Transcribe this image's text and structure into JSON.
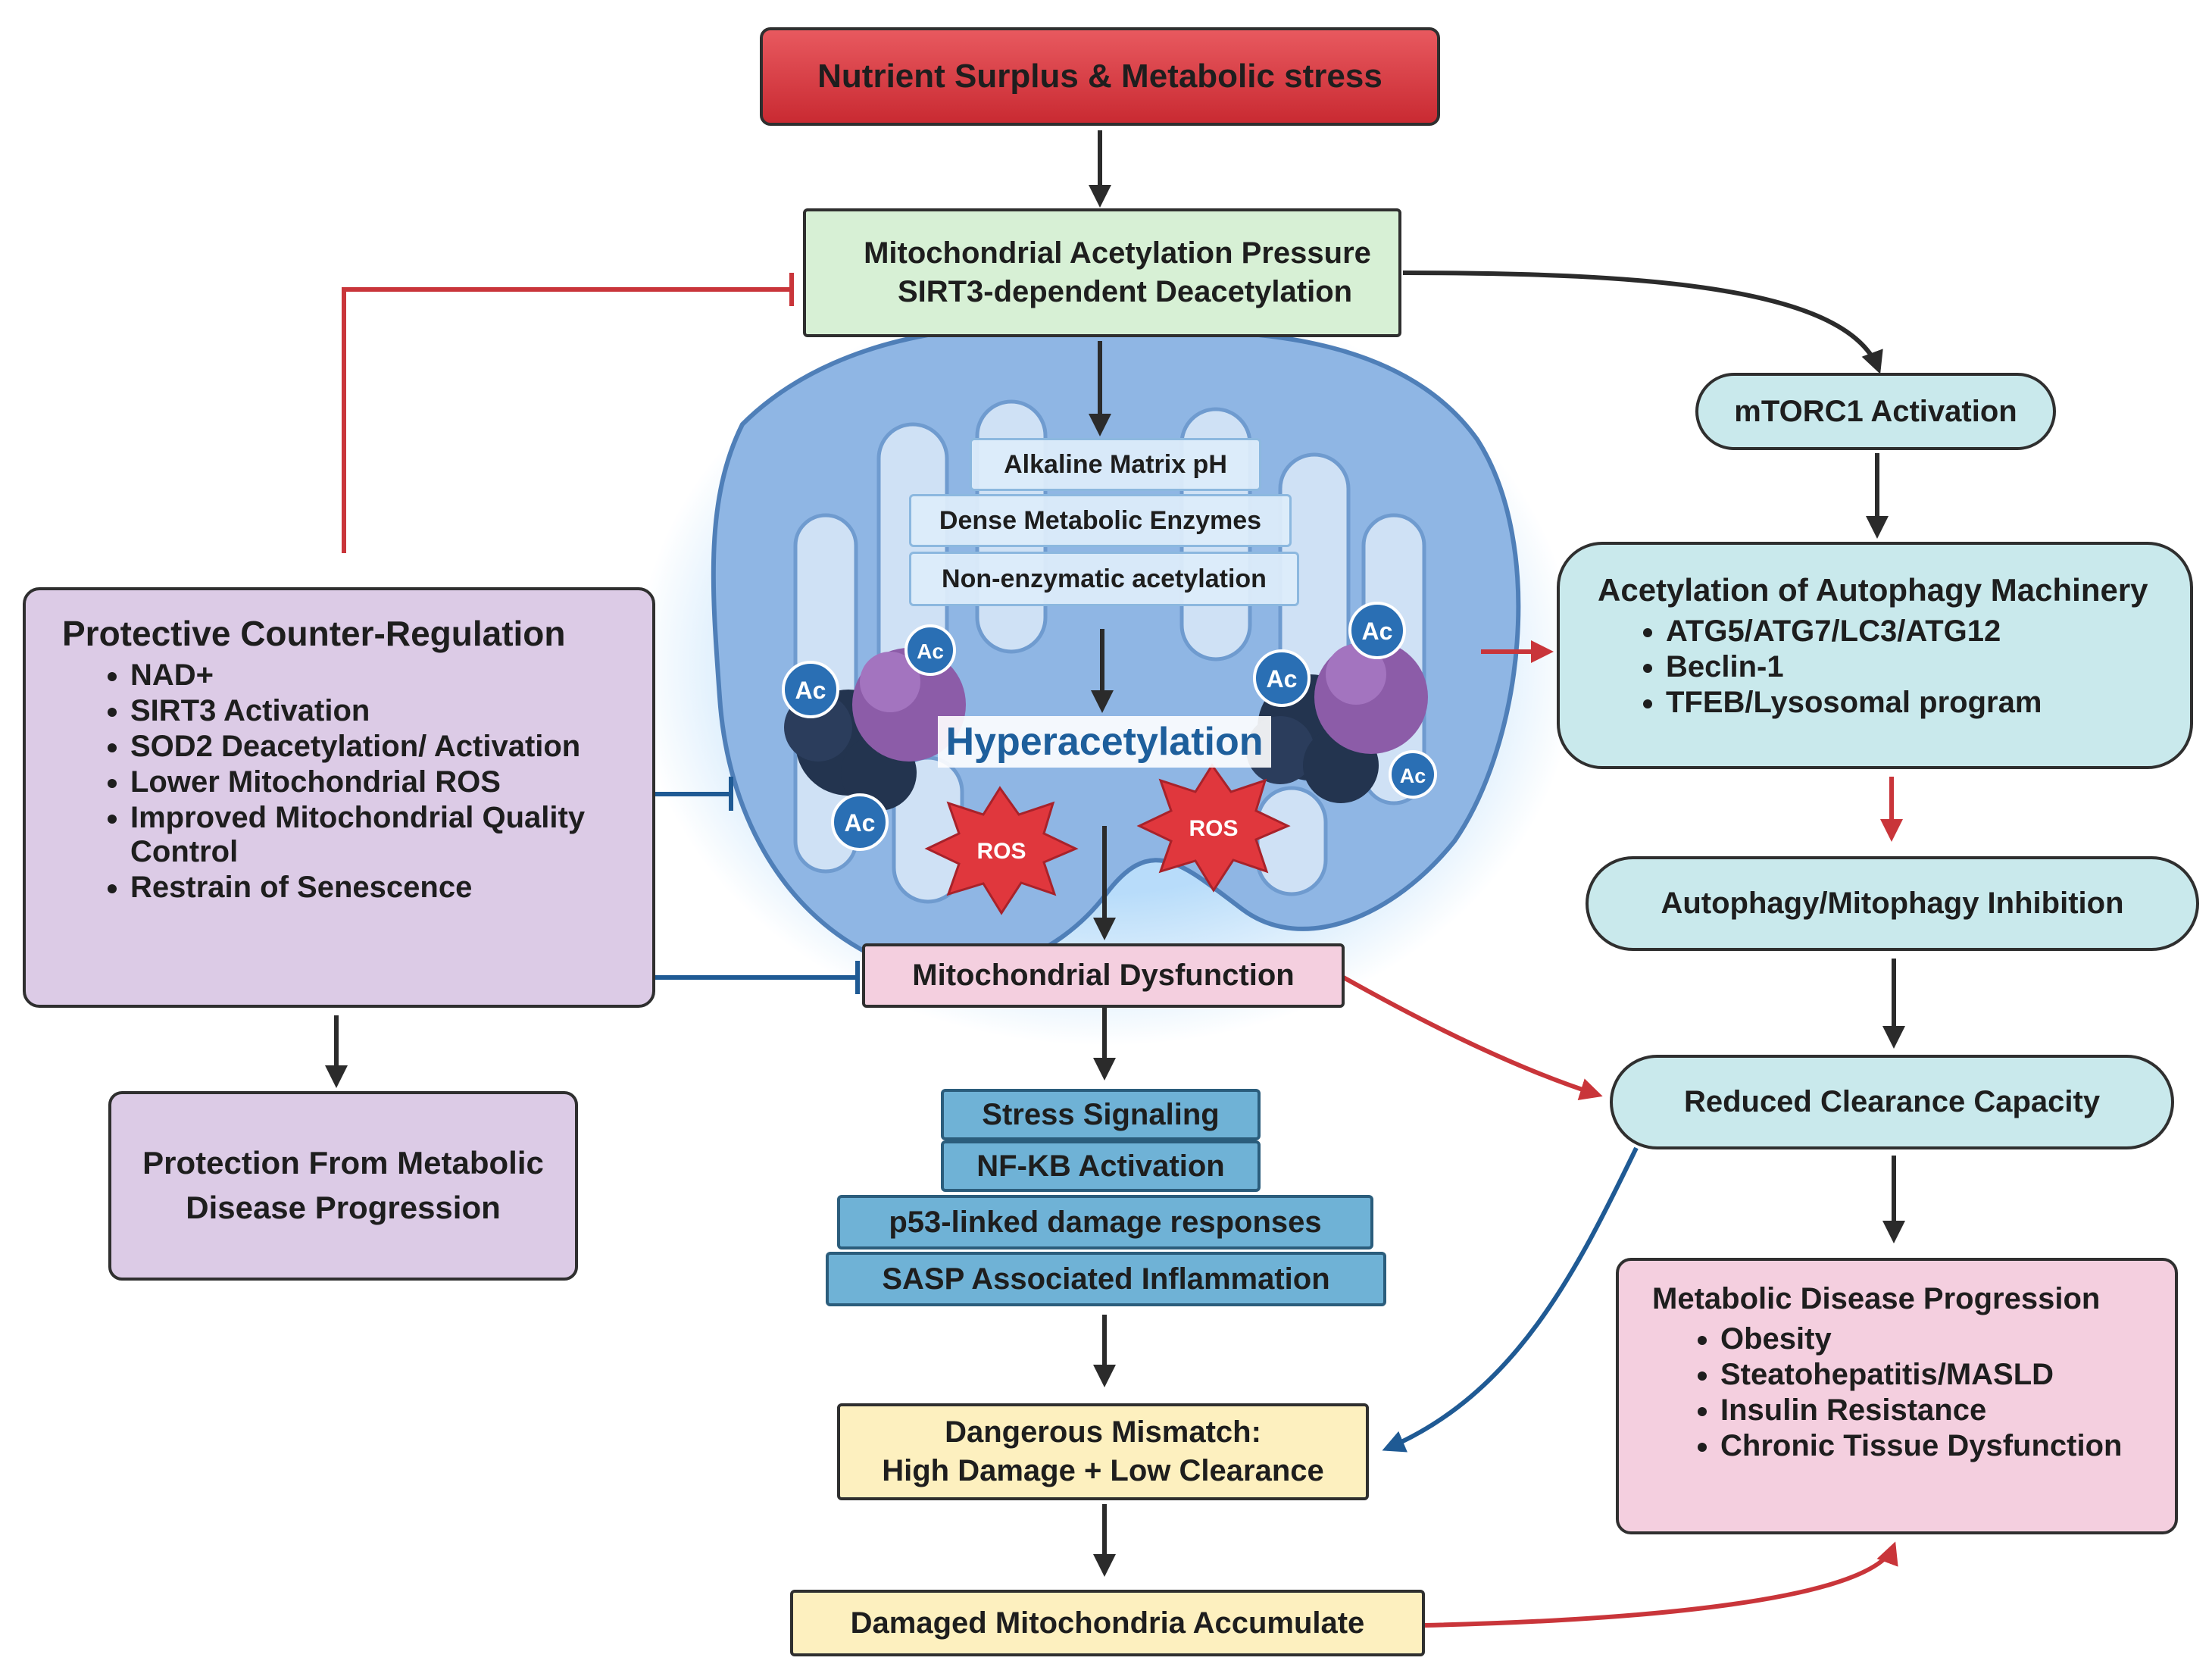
{
  "nodes": {
    "nutrient": "Nutrient Surplus & Metabolic stress",
    "acetylation_pressure": "Mitochondrial Acetylation Pressure",
    "sirt3_deacetylation": "SIRT3-dependent Deacetylation",
    "mtorc1": "mTORC1 Activation",
    "autophagy_machinery": {
      "title": "Acetylation of Autophagy Machinery",
      "items": [
        "ATG5/ATG7/LC3/ATG12",
        "Beclin-1",
        "TFEB/Lysosomal program"
      ]
    },
    "autophagy_inhibition": "Autophagy/Mitophagy Inhibition",
    "reduced_clearance": "Reduced Clearance Capacity",
    "metabolic_disease": {
      "title": "Metabolic Disease Progression",
      "items": [
        "Obesity",
        "Steatohepatitis/MASLD",
        "Insulin Resistance",
        "Chronic Tissue Dysfunction"
      ]
    },
    "protective": {
      "title": "Protective Counter-Regulation",
      "items": [
        "NAD+",
        "SIRT3 Activation",
        "SOD2 Deacetylation/ Activation",
        "Lower Mitochondrial ROS",
        "Improved Mitochondrial Quality Control",
        "Restrain of Senescence"
      ]
    },
    "protection_outcome": "Protection From Metabolic Disease Progression",
    "mito_features": [
      "Alkaline Matrix pH",
      "Dense Metabolic Enzymes",
      "Non-enzymatic acetylation"
    ],
    "hyperacetylation": "Hyperacetylation",
    "mito_dysfunction": "Mitochondrial Dysfunction",
    "stress_steps": [
      "Stress Signaling",
      "NF-KB Activation",
      "p53-linked damage responses",
      "SASP Associated Inflammation"
    ],
    "mismatch": [
      "Dangerous Mismatch:",
      "High Damage + Low Clearance"
    ],
    "damaged_accumulate": "Damaged Mitochondria Accumulate"
  },
  "labels": {
    "ac": "Ac",
    "ros": "ROS"
  },
  "colors": {
    "activating_arrow": "#2b2b2b",
    "inhibiting_arrow": "#c9353a",
    "blue_inhibition": "#1f5a94",
    "mito_fill": "#8fb6e4",
    "up_arrow": "#2a6fb4",
    "down_arrow": "#c9353a"
  }
}
